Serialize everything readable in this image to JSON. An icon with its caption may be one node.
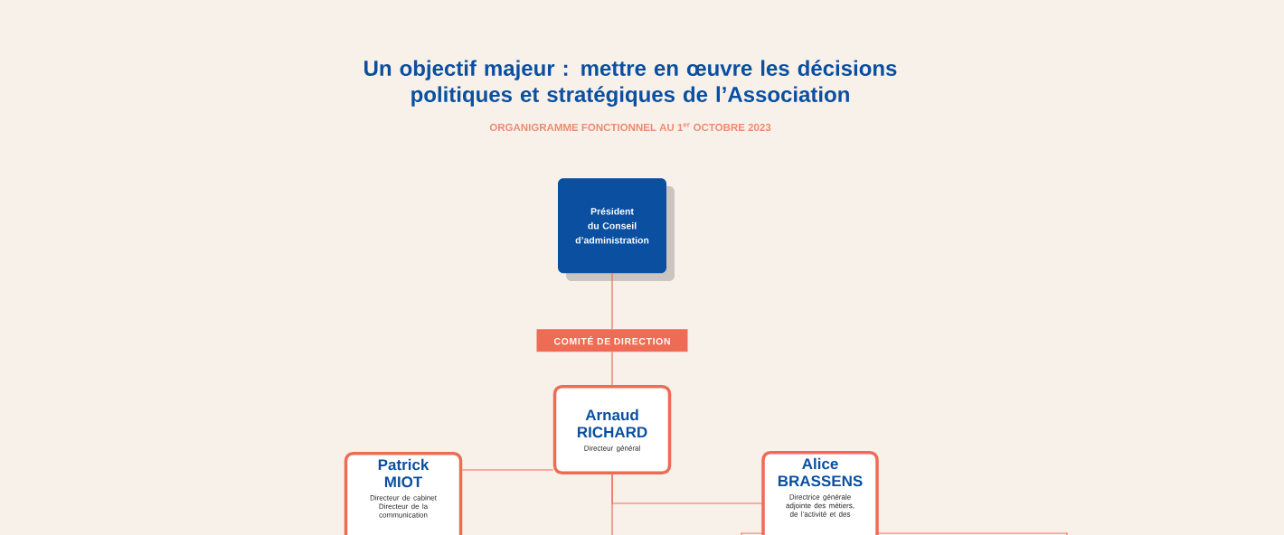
{
  "diagram": {
    "title": "Un objectif majeur : mettre en œuvre les décisions politiques et stratégiques de l’Association",
    "nodes": [
      {
        "text": [
          "Président du Conseil d’administration"
        ]
      },
      {
        "text": [
          "COMITÉ DE DIRECTION"
        ]
      },
      {
        "text": [
          "Arnaud RICHARD",
          "Directeur général"
        ]
      },
      {
        "text": [
          "Patrick MIOT",
          "Directeur de cabinet",
          "Directeur de la communication"
        ]
      },
      {
        "text": [
          "Alice BRASSENS",
          "Directrice générale adjointe des métiers, de l’activité et des"
        ]
      }
    ],
    "edges": [
      {
        "from": 0,
        "to": 1,
        "arrow": "none"
      },
      {
        "from": 1,
        "to": 2,
        "arrow": "none"
      },
      {
        "from": 2,
        "to": 3,
        "arrow": "none"
      },
      {
        "from": 2,
        "to": 4,
        "arrow": "none"
      },
      {
        "from": 2,
        "to": null,
        "arrow": "none"
      }
    ],
    "labels": [
      "ORGANIGRAMME FONCTIONNEL AU 1$^{er}$ OCTOBRE 2023"
    ]
  }
}
